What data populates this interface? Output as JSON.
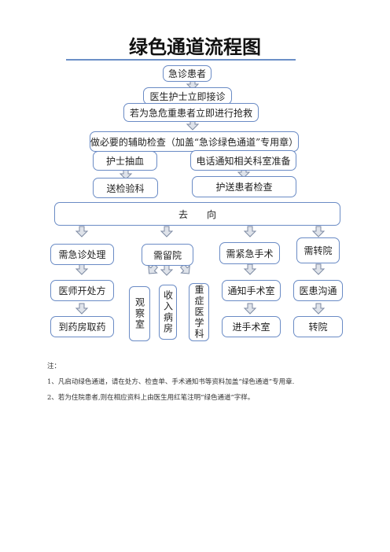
{
  "title": "绿色通道流程图",
  "flow": {
    "patient": "急诊患者",
    "doctor_nurse": "医生护士立即接诊",
    "rescue": "若为急危重患者立即进行抢救",
    "exam": "做必要的辅助检查（加盖“急诊绿色通道”专用章）",
    "nurse_blood": "护士抽血",
    "phone_notify": "电话通知相关科室准备",
    "send_lab": "送检验科",
    "escort_exam": "护送患者检查",
    "destination": "去　　向"
  },
  "branches": {
    "outpatient": {
      "label": "需急诊处理",
      "step1": "医师开处方",
      "step2": "到药房取药"
    },
    "stay": {
      "label": "需留院",
      "options": [
        "观察室",
        "收入病房",
        "重症医学科"
      ]
    },
    "surgery": {
      "label": "需紧急手术",
      "step1": "通知手术室",
      "step2": "进手术室"
    },
    "transfer": {
      "label": "需转院",
      "step1": "医患沟通",
      "step2": "转院"
    }
  },
  "notes": {
    "heading": "注：",
    "items": [
      "1、凡启动绿色通道，请在处方、检查单、手术通知书等资料加盖“绿色通道”专用章.",
      "2、若为住院患者,则在相应资料上由医生用红笔注明“绿色通道”字样。"
    ]
  },
  "colors": {
    "border": "#6a8bc5",
    "arrow_fill": "#dfe3ea",
    "arrow_stroke": "#7c8aa3"
  }
}
